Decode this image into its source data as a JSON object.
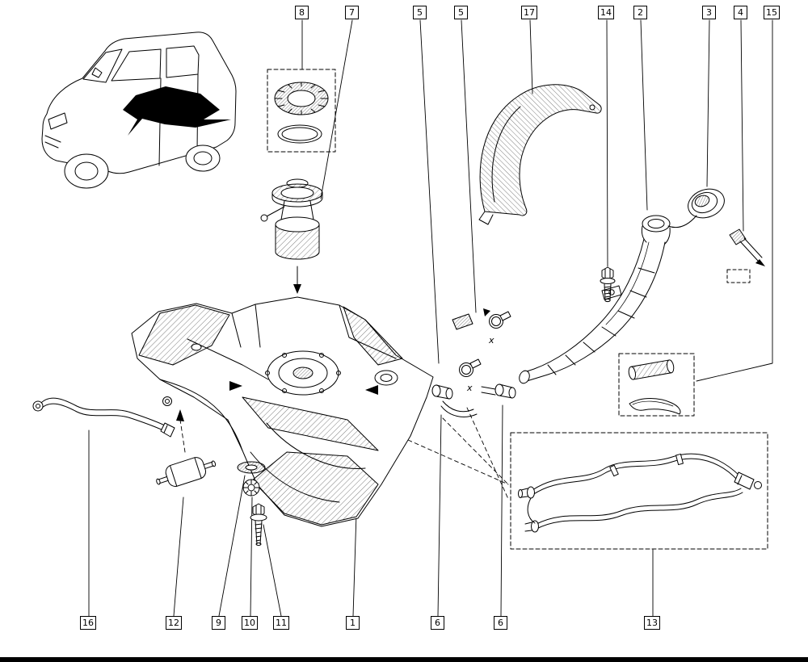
{
  "colors": {
    "line": "#000000",
    "background": "#ffffff",
    "highlight": "#000000"
  },
  "marks": {
    "upper_clamp": "x",
    "lower_clamp": "x"
  },
  "callouts": {
    "top": [
      {
        "label": "8"
      },
      {
        "label": "7"
      },
      {
        "label": "5"
      },
      {
        "label": "5"
      },
      {
        "label": "17"
      },
      {
        "label": "14"
      },
      {
        "label": "2"
      },
      {
        "label": "3"
      },
      {
        "label": "4"
      },
      {
        "label": "15"
      }
    ],
    "bottom": [
      {
        "label": "16"
      },
      {
        "label": "12"
      },
      {
        "label": "9"
      },
      {
        "label": "10"
      },
      {
        "label": "11"
      },
      {
        "label": "1"
      },
      {
        "label": "6"
      },
      {
        "label": "6"
      },
      {
        "label": "13"
      }
    ]
  }
}
